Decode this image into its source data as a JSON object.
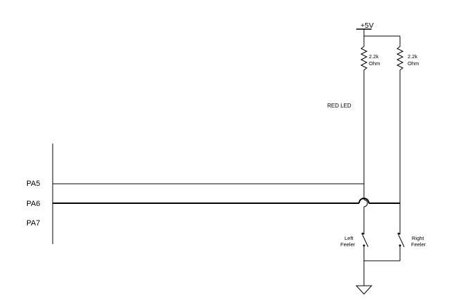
{
  "supply_label": "+5V",
  "resistors": [
    {
      "value": "2.2k",
      "unit": "Ohm"
    },
    {
      "value": "2.2k",
      "unit": "Ohm"
    }
  ],
  "led_label": "RED LED",
  "pins": [
    "PA5",
    "PA6",
    "PA7"
  ],
  "switches": [
    {
      "line1": "Left",
      "line2": "Feeler"
    },
    {
      "line1": "Right",
      "line2": "Feeler"
    }
  ]
}
